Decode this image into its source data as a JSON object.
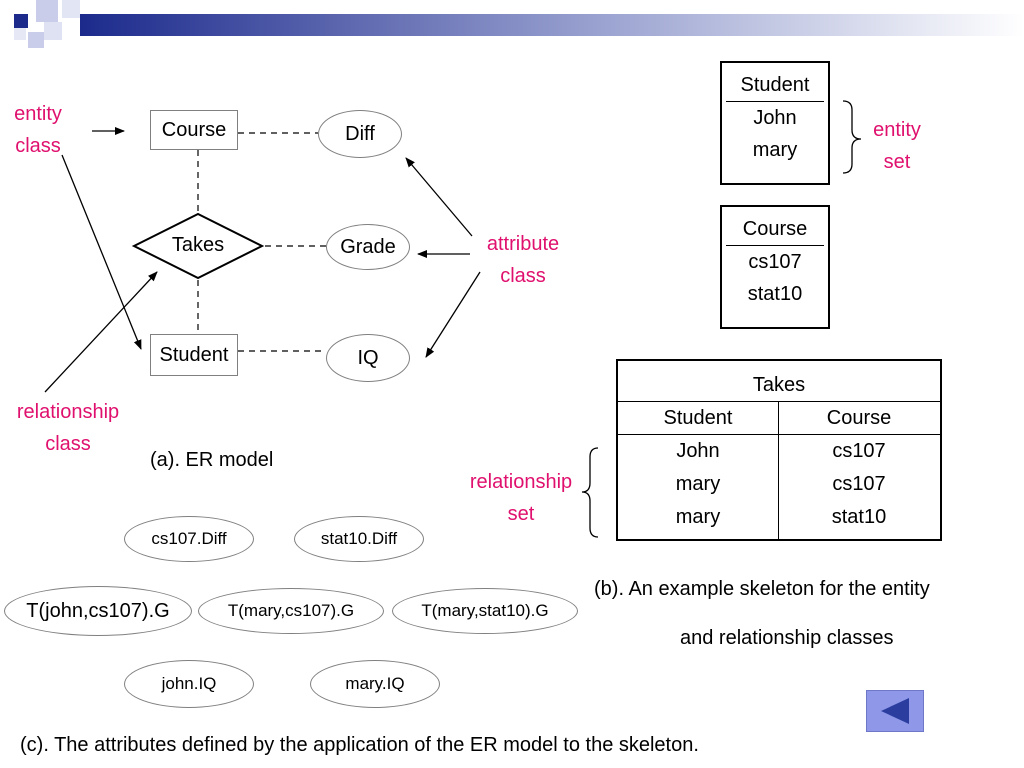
{
  "er_model": {
    "entity_class_label": [
      "entity",
      "class"
    ],
    "relationship_class_label": [
      "relationship",
      "class"
    ],
    "attribute_class_label": [
      "attribute",
      "class"
    ],
    "course": "Course",
    "student": "Student",
    "takes": "Takes",
    "diff": "Diff",
    "grade": "Grade",
    "iq": "IQ",
    "caption": "(a). ER model"
  },
  "skeleton": {
    "student_table": {
      "header": "Student",
      "rows": [
        "John",
        "mary"
      ]
    },
    "course_table": {
      "header": "Course",
      "rows": [
        "cs107",
        "stat10"
      ]
    },
    "takes_table": {
      "title": "Takes",
      "columns": [
        "Student",
        "Course"
      ],
      "rows": [
        [
          "John",
          "cs107"
        ],
        [
          "mary",
          "cs107"
        ],
        [
          "mary",
          "stat10"
        ]
      ]
    },
    "entity_set_label": [
      "entity",
      "set"
    ],
    "relationship_set_label": [
      "relationship",
      "set"
    ],
    "caption_line1": "(b). An example skeleton for the entity",
    "caption_line2": "and relationship  classes"
  },
  "attributes": {
    "items": [
      "cs107.Diff",
      "stat10.Diff",
      "T(john,cs107).G",
      "T(mary,cs107).G",
      "T(mary,stat10).G",
      "john.IQ",
      "mary.IQ"
    ],
    "caption": "(c). The attributes  defined by the  application of the ER model to the skeleton."
  },
  "colors": {
    "label_pink": "#e0106e",
    "header_blue": "#1c2a8c",
    "button_blue": "#8f98e8"
  },
  "icons": {
    "back_button": "triangle-left-icon"
  }
}
